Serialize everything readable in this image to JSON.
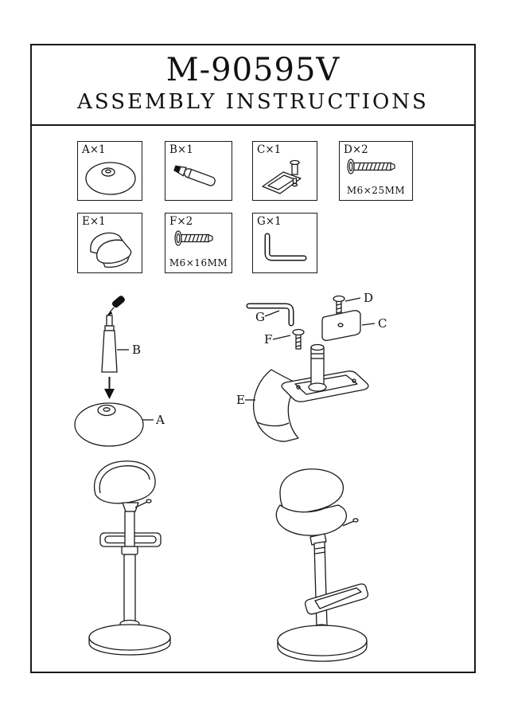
{
  "title": "M-90595V",
  "subtitle": "ASSEMBLY INSTRUCTIONS",
  "parts": [
    {
      "id": "A",
      "qty": "A×1"
    },
    {
      "id": "B",
      "qty": "B×1"
    },
    {
      "id": "C",
      "qty": "C×1"
    },
    {
      "id": "D",
      "qty": "D×2",
      "note": "M6×25MM"
    },
    {
      "id": "E",
      "qty": "E×1"
    },
    {
      "id": "F",
      "qty": "F×2",
      "note": "M6×16MM"
    },
    {
      "id": "G",
      "qty": "G×1"
    }
  ],
  "callouts": {
    "step1": {
      "b": "B",
      "a": "A"
    },
    "step2": {
      "g": "G",
      "d": "D",
      "c": "C",
      "f": "F",
      "e": "E"
    }
  }
}
